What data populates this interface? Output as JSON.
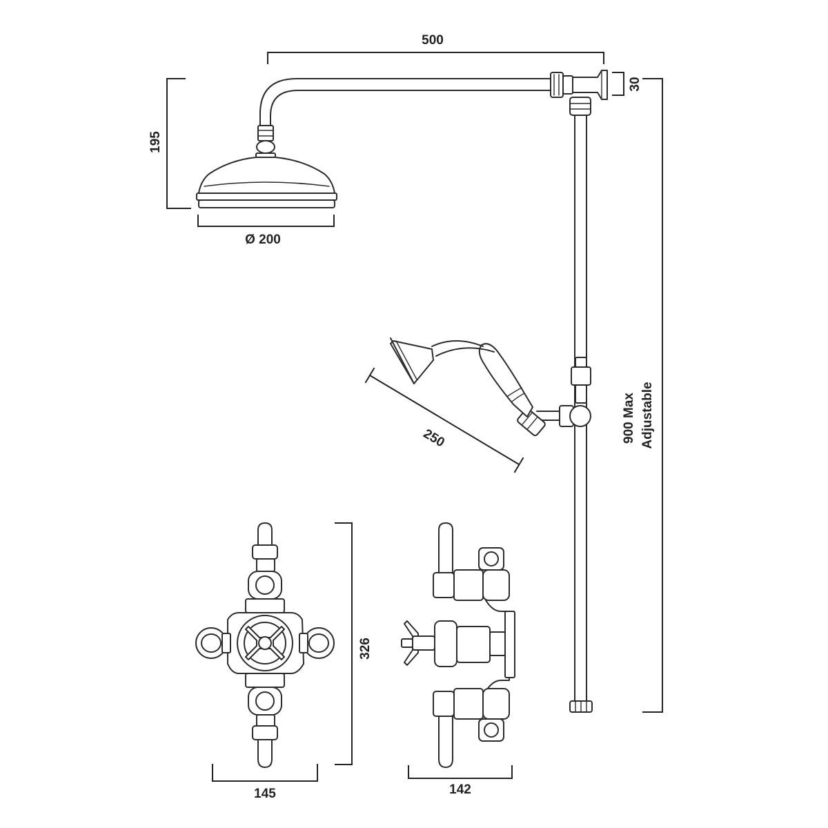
{
  "dimensions": {
    "arm_length": "500",
    "bracket_height": "30",
    "head_height": "195",
    "head_diameter": "Ø 200",
    "handset_length": "250",
    "rail_height_line1": "900 Max",
    "rail_height_line2": "Adjustable",
    "valve_height": "326",
    "valve_front_width": "145",
    "valve_side_width": "142"
  },
  "colors": {
    "line": "#2b2b2b",
    "background": "#ffffff"
  }
}
